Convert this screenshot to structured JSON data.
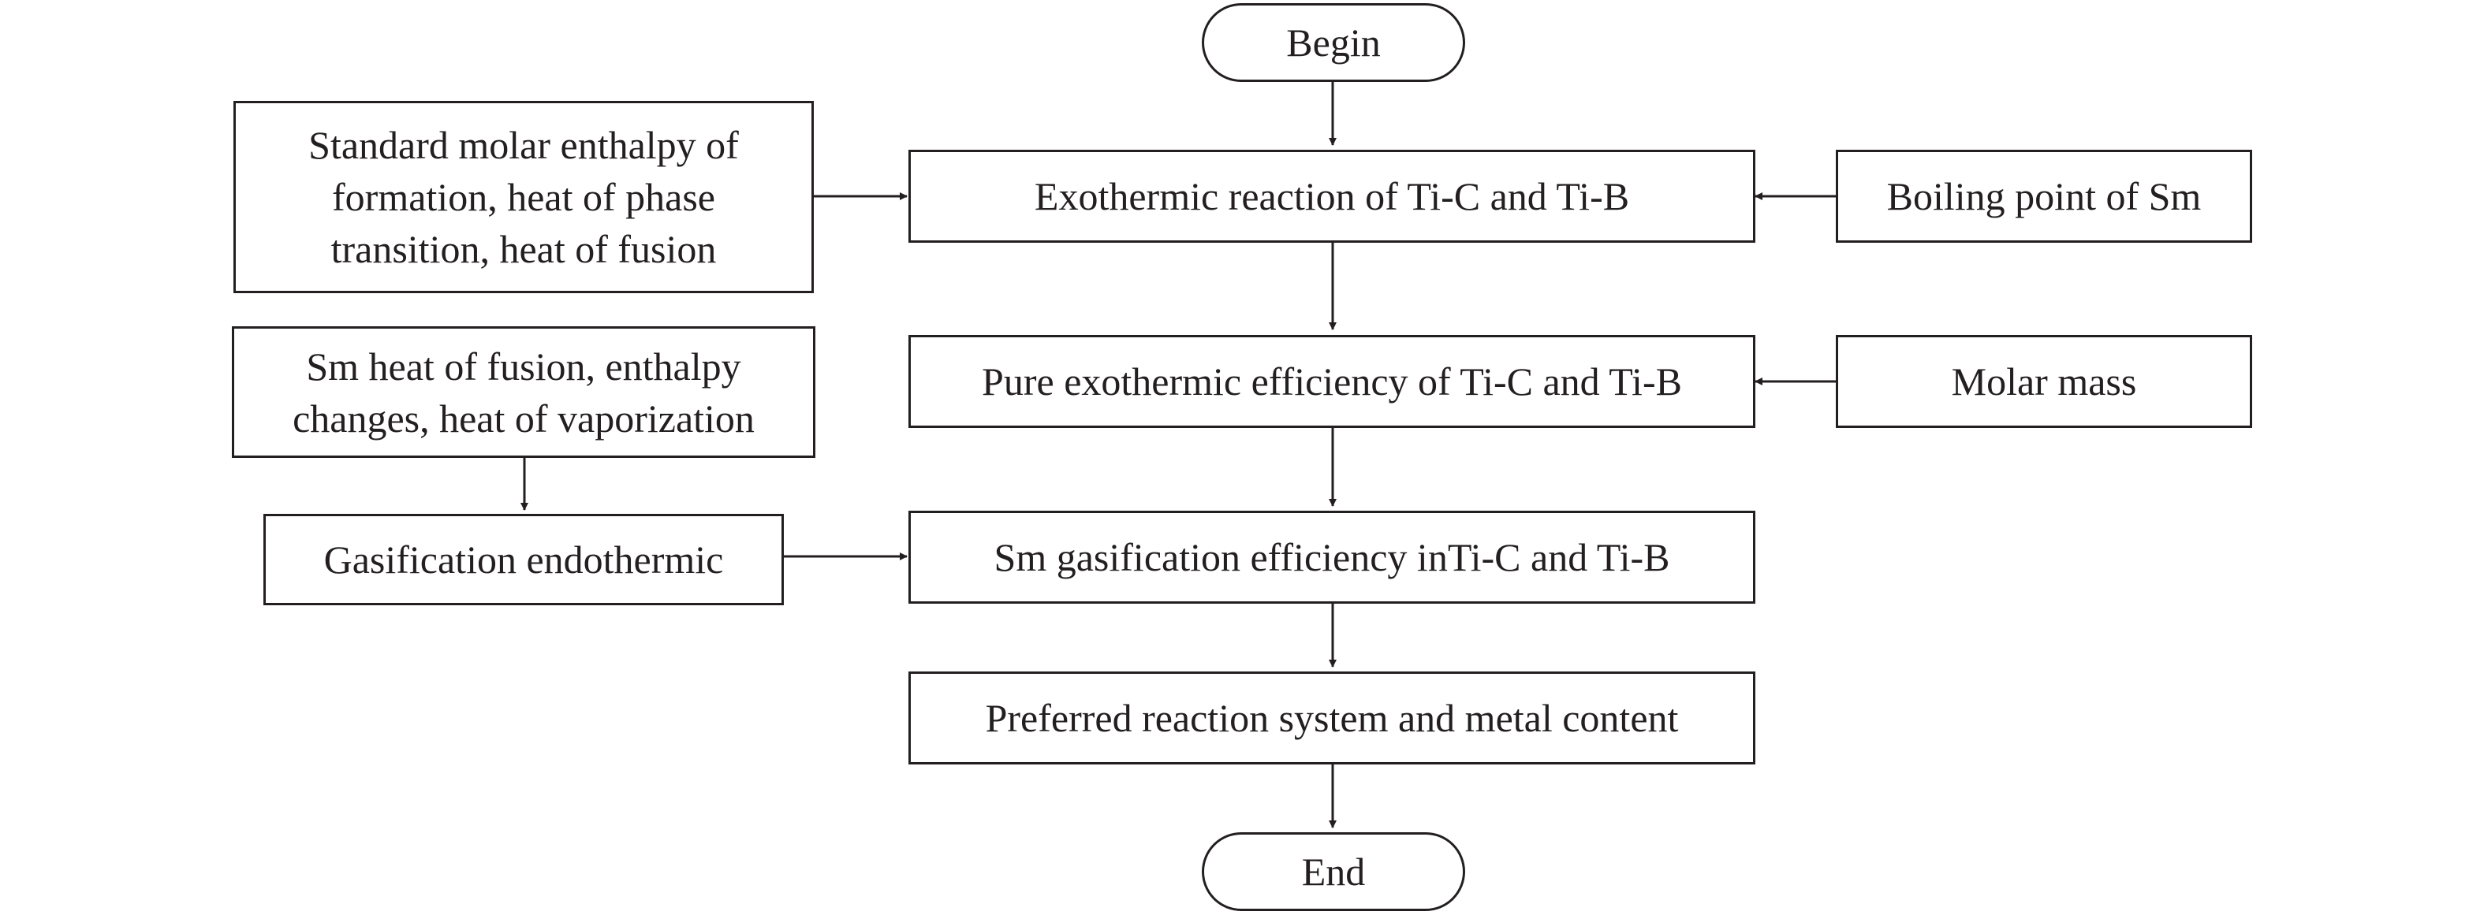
{
  "nodes": {
    "begin": "Begin",
    "exothermic_reaction": "Exothermic reaction of Ti-C and Ti-B",
    "pure_efficiency": "Pure exothermic efficiency of Ti-C and Ti-B",
    "gasification_efficiency": "Sm gasification efficiency inTi-C and Ti-B",
    "preferred_system": "Preferred reaction system and metal content",
    "end": "End",
    "enthalpy_inputs": "Standard molar enthalpy of\nformation, heat of phase\ntransition, heat of fusion",
    "sm_heat_inputs": "Sm heat of fusion, enthalpy\nchanges, heat of vaporization",
    "gasification_endothermic": "Gasification endothermic",
    "boiling_point": "Boiling point of Sm",
    "molar_mass": "Molar mass"
  },
  "colors": {
    "line": "#231f20",
    "background": "#ffffff"
  }
}
